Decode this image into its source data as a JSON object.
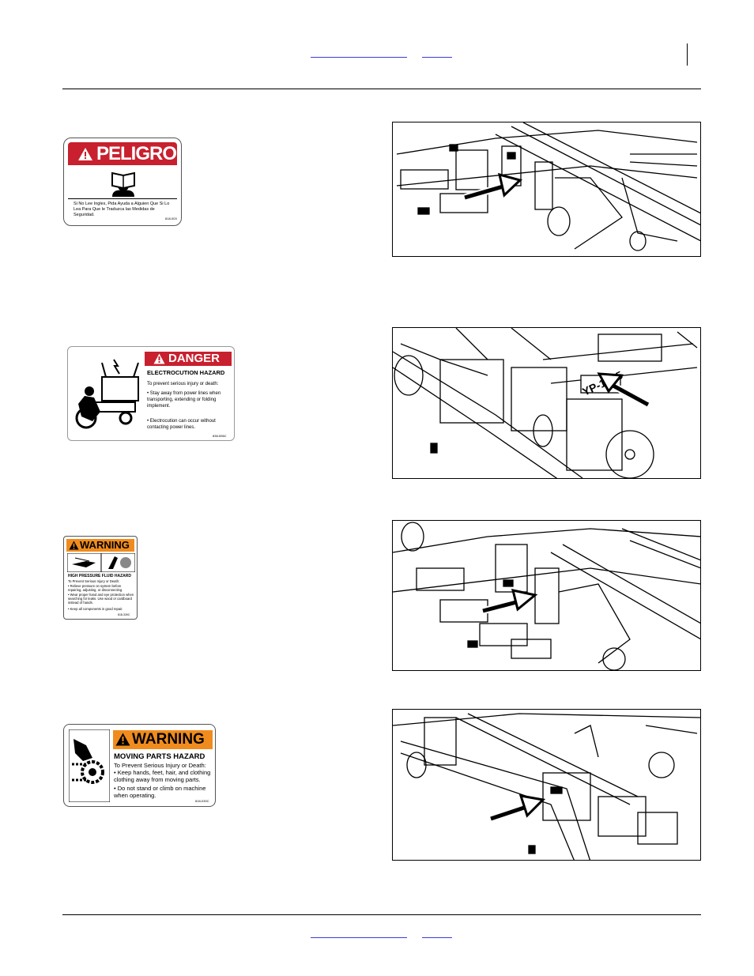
{
  "decals": {
    "peligro": {
      "signal_word": "PELIGRO",
      "bullet_text": "Si No Lee Ingles, Pida Ayuda a Alguien Que Si Lo Lea Para Que le Traduzca las Medidas de Seguridad.",
      "part_no": "818-003",
      "header_color": "#c8202e"
    },
    "danger": {
      "signal_word": "DANGER",
      "hazard_title": "ELECTROCUTION HAZARD",
      "intro": "To prevent serious injury or death:",
      "bullets": [
        "Stay away from power lines when transporting, extending or folding implement.",
        "Electrocution can occur without contacting power lines."
      ],
      "part_no": "838-596C",
      "header_color": "#c8202e"
    },
    "warning_fluid": {
      "signal_word": "WARNING",
      "hazard_title": "HIGH PRESSURE FLUID HAZARD",
      "intro": "To Prevent Serious Injury or Death:",
      "bullets": [
        "Relieve pressure on system before repairing, adjusting, or disconnecting.",
        "Wear proper hand and eye protection when searching for leaks. Use wood or cardboard instead of hands.",
        "Keep all components in good repair."
      ],
      "part_no": "818-339C",
      "header_color": "#f08c1e"
    },
    "warning_moving": {
      "signal_word": "WARNING",
      "hazard_title": "MOVING PARTS HAZARD",
      "intro": "To Prevent Serious Injury or Death:",
      "bullets": [
        "Keep hands, feet, hair, and clothing clothing away from moving parts.",
        "Do not stand or climb on machine when operating."
      ],
      "part_no": "818-030C",
      "header_color": "#f08c1e"
    }
  },
  "photos": {
    "photo2_label": "YP-1625"
  }
}
